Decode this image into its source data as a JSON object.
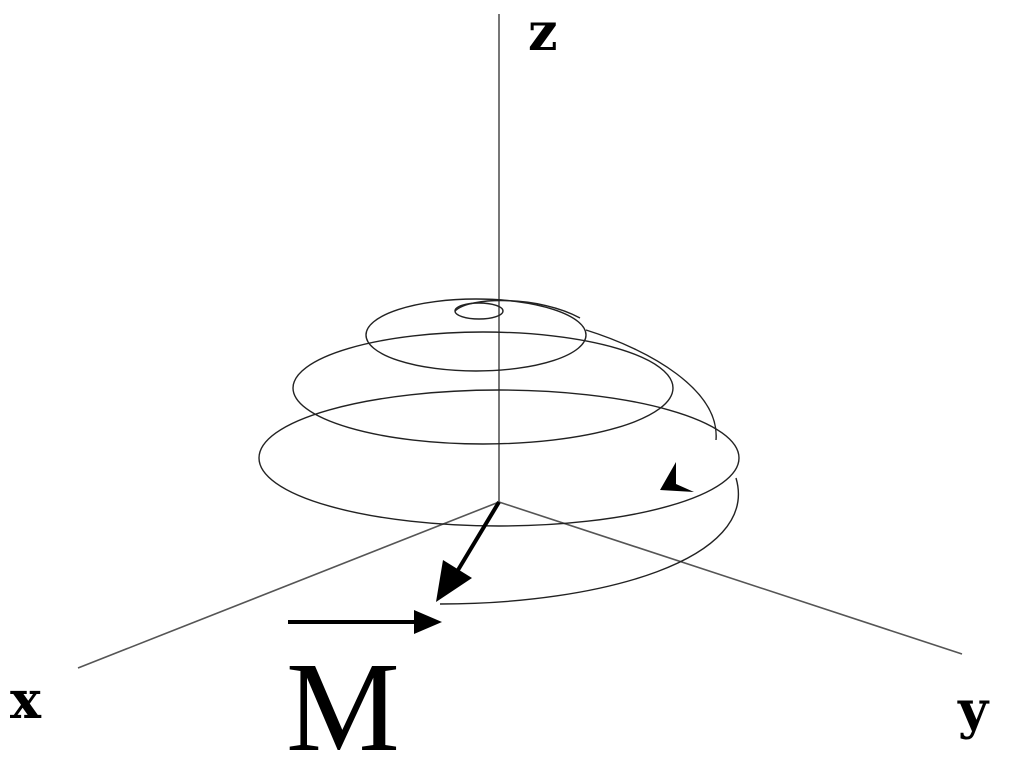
{
  "diagram": {
    "axes": {
      "x_label": "x",
      "y_label": "y",
      "z_label": "z"
    },
    "vector": {
      "symbol": "M",
      "has_overarrow": true
    },
    "spiral": {
      "description_shape": "precessing magnetization spiral around z axis",
      "turns": 4,
      "direction_arrow": true
    },
    "colors": {
      "ink": "#000000",
      "axis": "#555555",
      "spiral": "#222222"
    }
  }
}
